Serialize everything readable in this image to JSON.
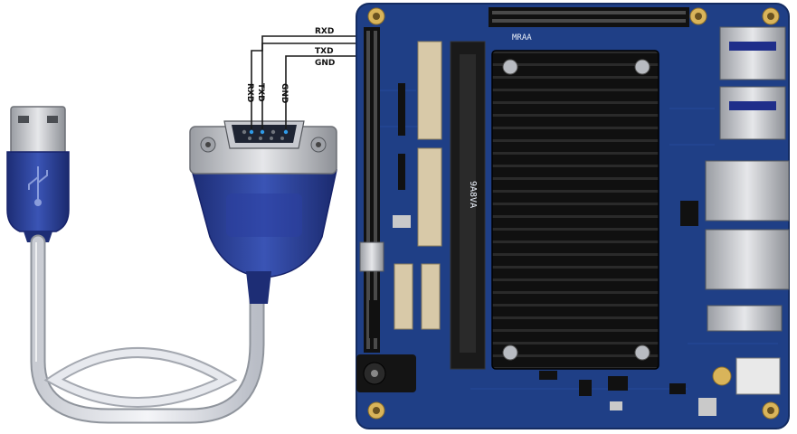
{
  "wire_labels": {
    "rxd_top": "RXD",
    "txd_top": "TXD",
    "gnd_top": "GND",
    "rxd_vertical": "RXD",
    "txd_vertical": "TXD",
    "gnd_vertical": "GND"
  },
  "board_silkscreen": {
    "mraa": "MRAA",
    "slot": "9A8VA"
  },
  "colors": {
    "wire": "#1a1a1a",
    "pin_highlight": "#2f9be8",
    "board_blue": "#1f3f86",
    "cable_blue": "#2a3d8f",
    "heatsink": "#141414"
  }
}
